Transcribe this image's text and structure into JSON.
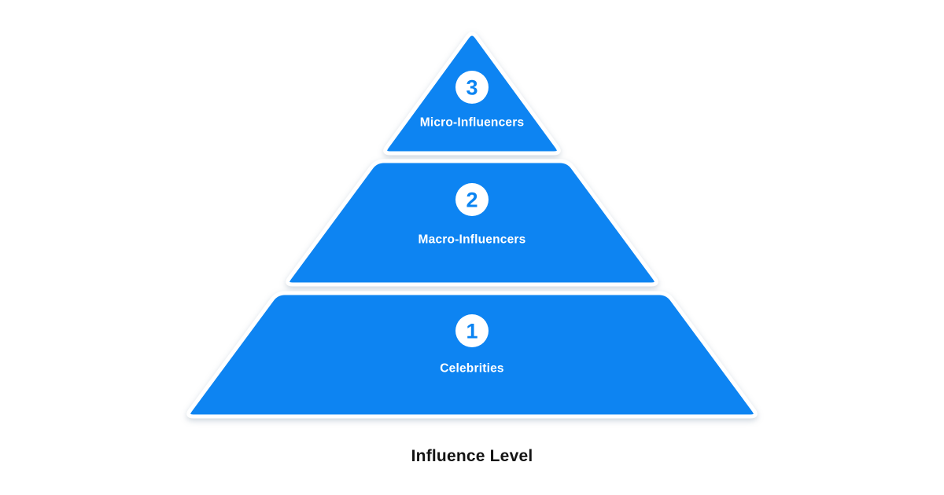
{
  "page": {
    "background_color": "#ffffff"
  },
  "diagram": {
    "type": "pyramid",
    "title": "Influence Level",
    "accent_color": "#0b84f2",
    "outline_color": "#ffffff",
    "badge_bg_color": "#ffffff",
    "badge_text_color": "#0b84f2",
    "label_color": "#ffffff",
    "title_color": "#141414",
    "levels": [
      {
        "rank": "3",
        "label": "Micro-Influencers"
      },
      {
        "rank": "2",
        "label": "Macro-Influencers"
      },
      {
        "rank": "1",
        "label": "Celebrities"
      }
    ]
  }
}
